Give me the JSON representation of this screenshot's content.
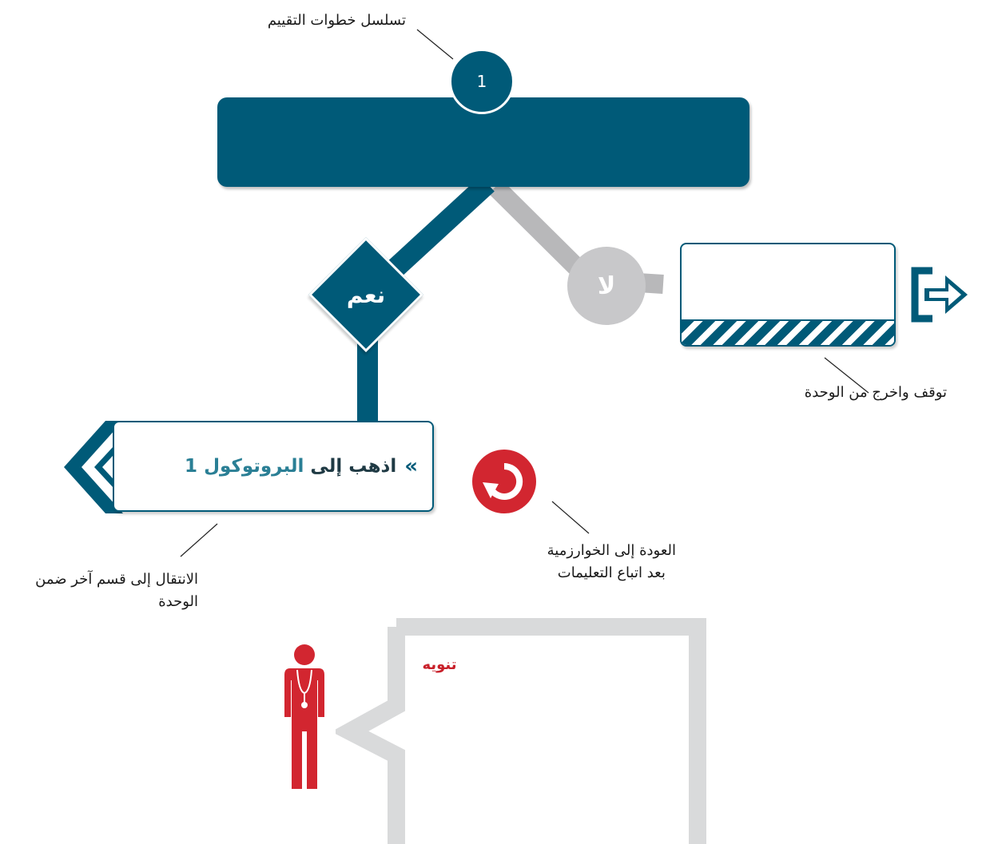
{
  "colors": {
    "primary": "#005a78",
    "no_path": "#b8b8ba",
    "no_circle": "#c8c8ca",
    "alert": "#d22630",
    "callout_frame": "#d9dadb"
  },
  "annotations": {
    "sequence": "تسلسل خطوات التقييم",
    "stop_exit": "توقف واخرج من الوحدة",
    "goto_section_line1": "الانتقال إلى قسم آخر ضمن",
    "goto_section_line2": "الوحدة",
    "return_line1": "العودة إلى الخوارزمية",
    "return_line2": "بعد اتباع التعليمات"
  },
  "step": {
    "number": "1"
  },
  "branches": {
    "yes": "نعم",
    "no": "لا"
  },
  "protocol": {
    "prefix": "»",
    "go_to": "اذهب إلى",
    "name": "البروتوكول",
    "number": "1"
  },
  "caution": {
    "title": "تنويه"
  },
  "icons": {
    "exit": "exit-arrow-icon",
    "return": "return-circular-arrow-icon",
    "doctor": "doctor-figure-icon",
    "chevrons": "double-chevron-icon"
  }
}
